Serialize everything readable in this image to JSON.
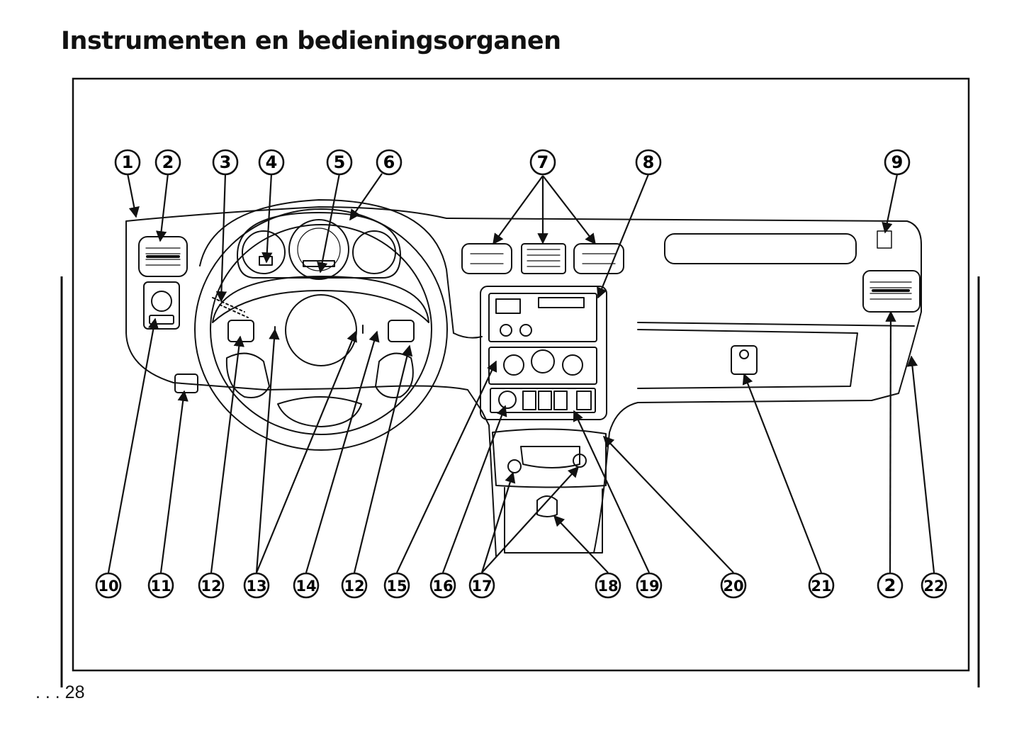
{
  "page": {
    "title": "Instrumenten en bedieningsorganen",
    "page_number": ". . . 28"
  },
  "callouts_top": [
    "1",
    "2",
    "3",
    "4",
    "5",
    "6",
    "7",
    "8",
    "9"
  ],
  "callouts_bottom": [
    "10",
    "11",
    "12",
    "13",
    "14",
    "12",
    "15",
    "16",
    "17",
    "18",
    "19",
    "20",
    "21",
    "2",
    "22"
  ]
}
